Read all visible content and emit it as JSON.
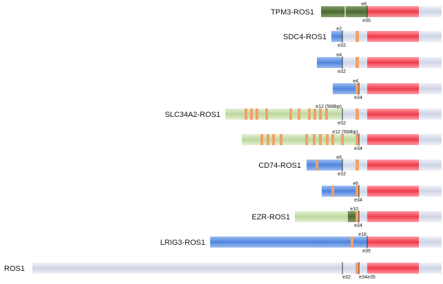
{
  "colors": {
    "blue_gradient_top": "#9dbdf0",
    "blue_gradient_mid": "#4f84de",
    "green_pale_top": "#e3efd3",
    "green_pale_mid": "#bcd79d",
    "green_dark_top": "#869e68",
    "green_dark_mid": "#4a6a31",
    "ros1_gray_top": "#eef0f8",
    "ros1_gray_mid": "#cfd4e6",
    "kinase_red_top": "#ff9aa4",
    "kinase_red_mid": "#ef3b4a",
    "exon_mark_orange": "#f2a068",
    "breakpoint_line": "#333333"
  },
  "rows": [
    {
      "label": "TPM3-ROS1",
      "partner_label": "e8",
      "ros1_label": "e35",
      "partner_style": "green-dark"
    },
    {
      "label": "SDC4-ROS1",
      "partner_label": "e2",
      "ros1_label": "e32",
      "partner_style": "blue"
    },
    {
      "label": "",
      "partner_label": "e4",
      "ros1_label": "e32",
      "partner_style": "blue"
    },
    {
      "label": "",
      "partner_label": "e4",
      "ros1_label": "e34",
      "partner_style": "blue"
    },
    {
      "label": "SLC34A2-ROS1",
      "partner_label": "e12 (568bp)",
      "ros1_label": "e32",
      "partner_style": "green-pale"
    },
    {
      "label": "",
      "partner_label": "e12 (568bp)",
      "ros1_label": "e34",
      "partner_style": "green-pale"
    },
    {
      "label": "CD74-ROS1",
      "partner_label": "e6",
      "ros1_label": "e32",
      "partner_style": "blue"
    },
    {
      "label": "",
      "partner_label": "e6",
      "ros1_label": "e34",
      "partner_style": "blue"
    },
    {
      "label": "EZR-ROS1",
      "partner_label": "e10",
      "ros1_label": "e34",
      "partner_style": "green-pale"
    },
    {
      "label": "LRIG3-ROS1",
      "partner_label": "e16",
      "ros1_label": "e35",
      "partner_style": "blue"
    }
  ],
  "ros1_row": {
    "label": "ROS1",
    "exon_labels": [
      "e32",
      "e34",
      "e35"
    ]
  }
}
